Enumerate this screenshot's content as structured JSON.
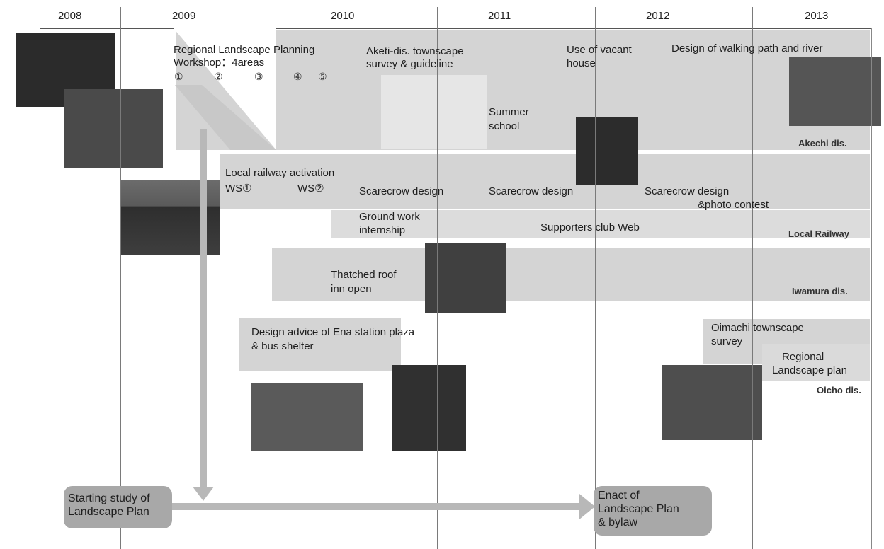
{
  "years": [
    "2008",
    "2009",
    "2010",
    "2011",
    "2012",
    "2013"
  ],
  "akechi": {
    "workshop": "Regional Landscape Planning",
    "workshop2": "Workshop：4areas",
    "nums": [
      "①",
      "②",
      "③",
      "④",
      "⑤"
    ],
    "survey": "Aketi-dis. townscape",
    "survey2": "survey & guideline",
    "summer": "Summer",
    "summer2": "school",
    "vacant": "Use of vacant",
    "vacant2": "house",
    "walk": "Design of walking path and river",
    "area": "Akechi dis."
  },
  "railway": {
    "activation": "Local railway activation",
    "ws1": "WS①",
    "ws2": "WS②",
    "scare1": "Scarecrow design",
    "scare2": "Scarecrow design",
    "scare3": "Scarecrow design",
    "scare3b": "&photo contest",
    "ground": "Ground work",
    "ground2": "internship",
    "web": "Supporters club Web",
    "area": "Local Railway"
  },
  "iwamura": {
    "inn": "Thatched roof",
    "inn2": "inn open",
    "area": "Iwamura dis."
  },
  "ena": {
    "advice": "Design advice of Ena station plaza",
    "advice2": "& bus shelter"
  },
  "oicho": {
    "survey": "Oimachi townscape",
    "survey2": "survey",
    "plan": "Regional",
    "plan2": "Landscape plan",
    "area": "Oicho dis."
  },
  "start_box": [
    "Starting study of",
    "Landscape Plan"
  ],
  "enact_box": [
    "Enact of",
    "Landscape Plan",
    "& bylaw"
  ]
}
